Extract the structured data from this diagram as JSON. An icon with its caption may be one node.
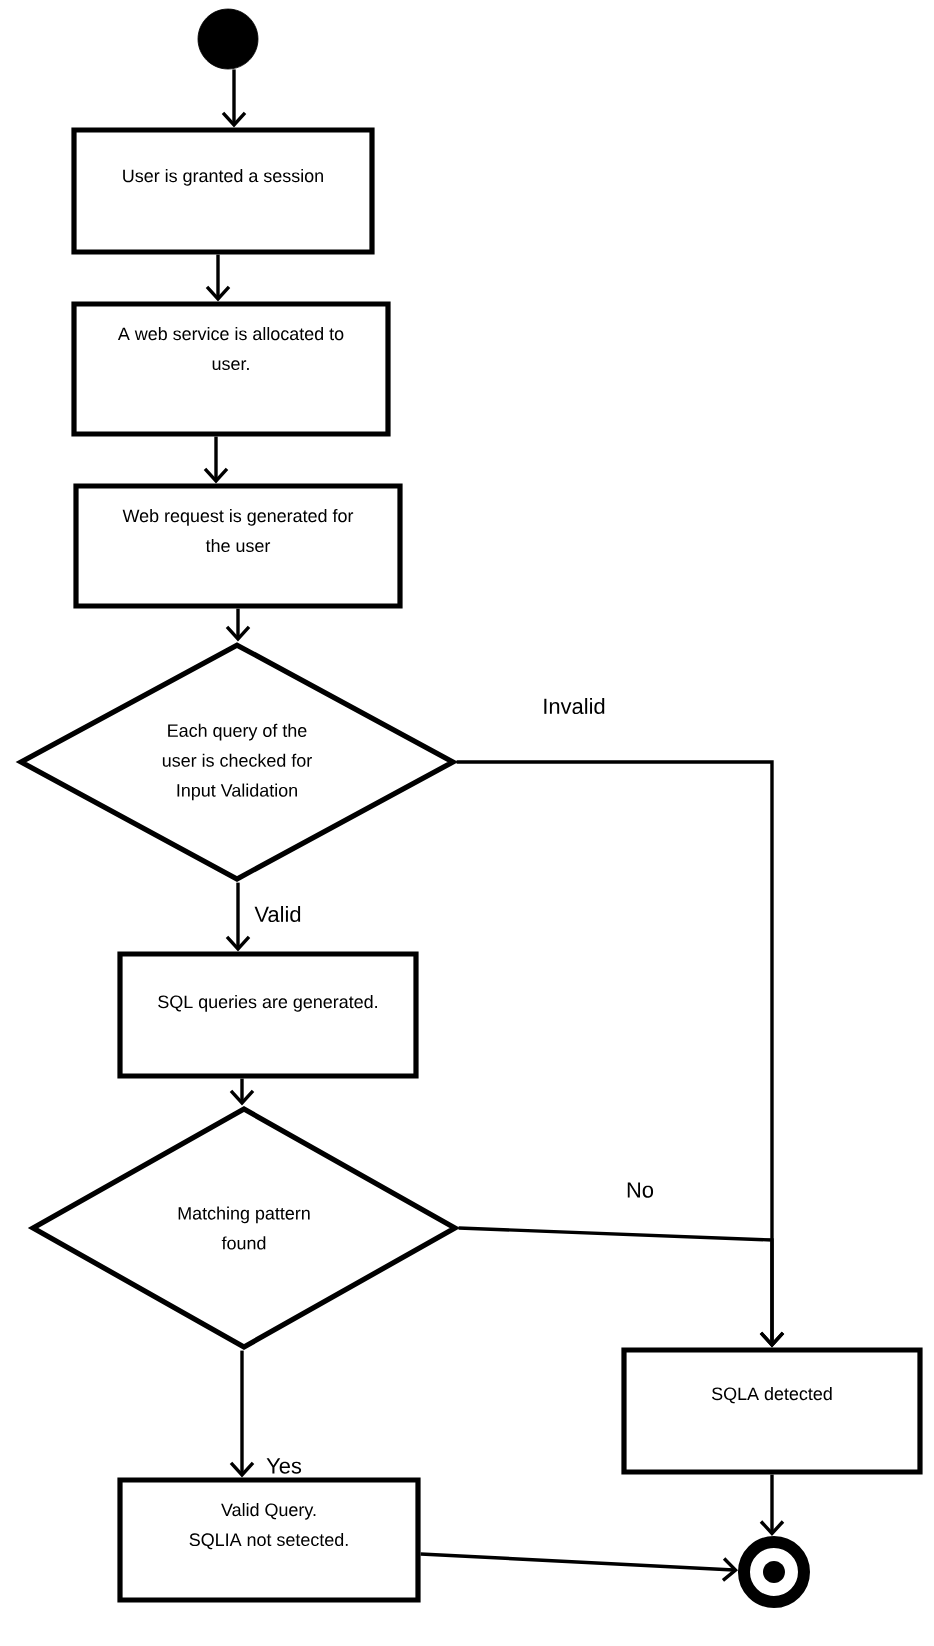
{
  "diagram": {
    "nodes": [
      {
        "text": [],
        "shape": "circle"
      },
      {
        "text": [
          "User is granted a session"
        ]
      },
      {
        "text": [
          "A web service is allocated to user."
        ]
      },
      {
        "text": [
          "Web request is generated for the user"
        ]
      },
      {
        "text": [
          "Each query of the user is checked for Input Validation"
        ]
      },
      {
        "text": [
          "SQL queries are generated."
        ]
      },
      {
        "text": [
          "Matching pattern found"
        ]
      },
      {
        "text": [
          "SQLA detected"
        ]
      },
      {
        "text": [
          "Valid Query.",
          "SQLIA not setected."
        ]
      },
      {
        "text": [],
        "shape": "circle"
      }
    ],
    "edges": [
      {
        "from": 0,
        "to": 1,
        "arrow": "to"
      },
      {
        "from": 1,
        "to": 2,
        "arrow": "to"
      },
      {
        "from": 2,
        "to": 3,
        "arrow": "to"
      },
      {
        "from": 3,
        "to": 4,
        "arrow": "to"
      },
      {
        "from": 4,
        "to": 5,
        "arrow": "to",
        "label": "Valid"
      },
      {
        "from": 5,
        "to": 6,
        "arrow": "to"
      },
      {
        "from": 6,
        "to": 8,
        "arrow": "to",
        "label": "Yes"
      },
      {
        "from": 4,
        "to": 7,
        "arrow": "to",
        "label": "Invalid"
      },
      {
        "from": 6,
        "to": 7,
        "arrow": "to",
        "label": "No"
      },
      {
        "from": 7,
        "to": 9,
        "arrow": "to"
      },
      {
        "from": 8,
        "to": 9,
        "arrow": "to"
      }
    ]
  }
}
